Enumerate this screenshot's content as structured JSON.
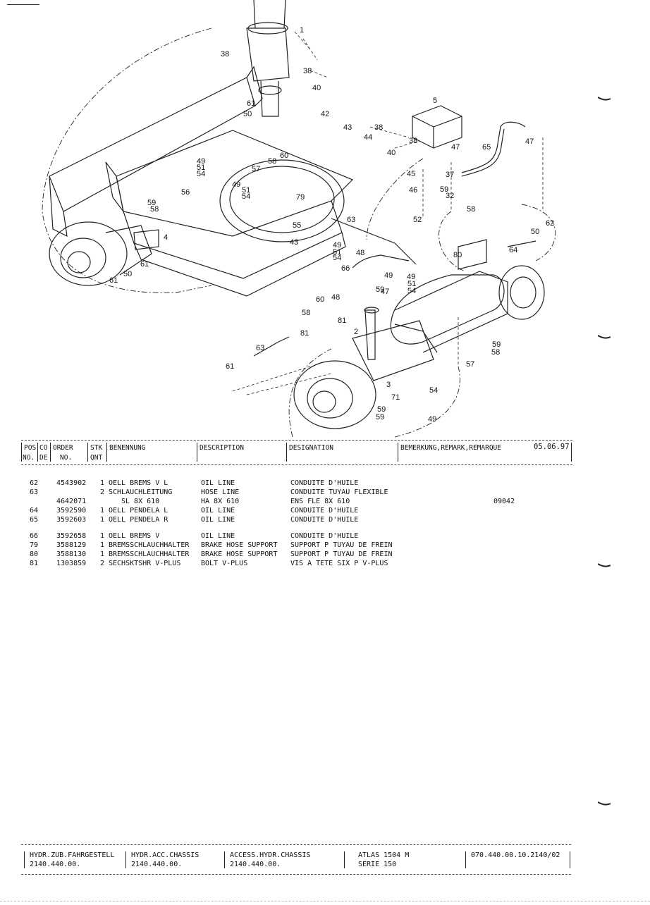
{
  "diagram": {
    "callouts": [
      "1",
      "2",
      "3",
      "4",
      "5",
      "32",
      "37",
      "38",
      "38",
      "38",
      "38",
      "40",
      "40",
      "42",
      "43",
      "43",
      "44",
      "45",
      "46",
      "47",
      "47",
      "47",
      "48",
      "48",
      "49",
      "49",
      "49",
      "49",
      "49",
      "49",
      "50",
      "50",
      "50",
      "51",
      "51",
      "51",
      "51",
      "52",
      "54",
      "54",
      "54",
      "54",
      "54",
      "55",
      "56",
      "57",
      "57",
      "58",
      "58",
      "58",
      "58",
      "58",
      "59",
      "59",
      "59",
      "59",
      "59",
      "59",
      "60",
      "60",
      "61",
      "61",
      "61",
      "61",
      "62",
      "63",
      "63",
      "64",
      "65",
      "66",
      "71",
      "79",
      "80",
      "81",
      "81"
    ],
    "doc_code": "09042"
  },
  "header": {
    "pos": "POS",
    "pos_no": "NO.",
    "co": "CO",
    "co_de": "DE",
    "order": "ORDER",
    "order_no": "NO.",
    "stk": "STK",
    "qnt": "QNT",
    "benennung": "BENENNUNG",
    "description": "DESCRIPTION",
    "designation": "DESIGNATION",
    "remark": "BEMERKUNG,REMARK,REMARQUE",
    "date": "05.06.97"
  },
  "rows": [
    {
      "pos": "62",
      "order": "4543902",
      "qty": "1",
      "benennung": "OELL BREMS V L",
      "description": "OIL LINE",
      "designation": "CONDUITE D'HUILE",
      "remark": ""
    },
    {
      "pos": "63",
      "order": "",
      "qty": "2",
      "benennung": "SCHLAUCHLEITUNG",
      "description": "HOSE LINE",
      "designation": "CONDUITE TUYAU FLEXIBLE",
      "remark": ""
    },
    {
      "pos": "",
      "order": "4642071",
      "qty": "",
      "benennung": "SL  8X 610",
      "description": "HA  8X 610",
      "designation": "ENS FLE  8X 610",
      "remark": ""
    },
    {
      "pos": "64",
      "order": "3592590",
      "qty": "1",
      "benennung": "OELL PENDELA L",
      "description": "OIL LINE",
      "designation": "CONDUITE D'HUILE",
      "remark": ""
    },
    {
      "pos": "65",
      "order": "3592603",
      "qty": "1",
      "benennung": "OELL PENDELA R",
      "description": "OIL LINE",
      "designation": "CONDUITE D'HUILE",
      "remark": ""
    },
    {
      "pos": "66",
      "order": "3592658",
      "qty": "1",
      "benennung": "OELL BREMS V",
      "description": "OIL LINE",
      "designation": "CONDUITE D'HUILE",
      "remark": ""
    },
    {
      "pos": "79",
      "order": "3588129",
      "qty": "1",
      "benennung": "BREMSSCHLAUCHHALTER",
      "description": "BRAKE HOSE SUPPORT",
      "designation": "SUPPORT P TUYAU DE FREIN",
      "remark": ""
    },
    {
      "pos": "80",
      "order": "3588130",
      "qty": "1",
      "benennung": "BREMSSCHLAUCHHALTER",
      "description": "BRAKE HOSE SUPPORT",
      "designation": "SUPPORT P TUYAU DE FREIN",
      "remark": ""
    },
    {
      "pos": "81",
      "order": "1303859",
      "qty": "2",
      "benennung": "SECHSKTSHR V-PLUS",
      "description": "BOLT V-PLUS",
      "designation": "VIS A TETE SIX P V-PLUS",
      "remark": ""
    }
  ],
  "footer": {
    "c1_l1": "HYDR.ZUB.FAHRGESTELL",
    "c1_l2": "2140.440.00.",
    "c2_l1": "HYDR.ACC.CHASSIS",
    "c2_l2": "2140.440.00.",
    "c3_l1": "ACCESS.HYDR.CHASSIS",
    "c3_l2": "2140.440.00.",
    "c4_l1": "ATLAS 1504 M",
    "c4_l2": "SERIE 150",
    "c5_l1": "070.440.00.10.2140/02"
  }
}
